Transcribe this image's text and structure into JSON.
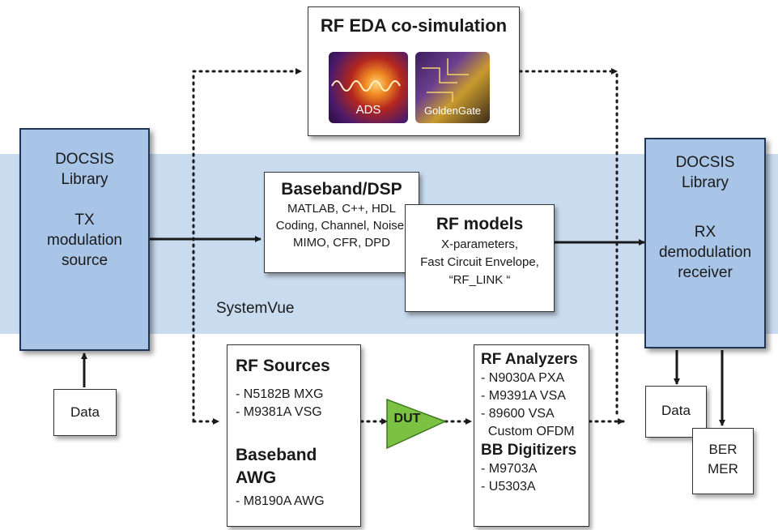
{
  "eda": {
    "title": "RF EDA co-simulation",
    "tool1": "ADS",
    "tool2": "GoldenGate"
  },
  "tx_library": {
    "line1": "DOCSIS",
    "line2": "Library",
    "line3": "TX",
    "line4": "modulation",
    "line5": "source"
  },
  "rx_library": {
    "line1": "DOCSIS",
    "line2": "Library",
    "line3": "RX",
    "line4": "demodulation",
    "line5": "receiver"
  },
  "baseband_dsp": {
    "title": "Baseband/DSP",
    "lines": [
      "MATLAB, C++, HDL",
      "Coding, Channel, Noise,",
      "MIMO, CFR, DPD"
    ]
  },
  "rf_models": {
    "title": "RF models",
    "lines": [
      "X-parameters,",
      "Fast Circuit Envelope,",
      "“RF_LINK “"
    ]
  },
  "systemvue_label": "SystemVue",
  "sources": {
    "title": "RF Sources",
    "items": [
      "- N5182B MXG",
      "- M9381A VSG"
    ],
    "awg_title": "Baseband AWG",
    "awg_items": [
      "- M8190A AWG"
    ]
  },
  "dut_label": "DUT",
  "analyzers": {
    "title": "RF Analyzers",
    "items": [
      "- N9030A PXA",
      "- M9391A VSA",
      "- 89600 VSA",
      "  Custom OFDM"
    ],
    "digitizers_title": "BB Digitizers",
    "digitizer_items": [
      "- M9703A",
      "- U5303A"
    ]
  },
  "data_left": "Data",
  "data_right": "Data",
  "ber": "BER",
  "mer": "MER",
  "colors": {
    "band": "#c9dbef",
    "library_fill": "#a8c4e6",
    "library_border": "#1f3552",
    "dut_fill": "#7cc242"
  }
}
